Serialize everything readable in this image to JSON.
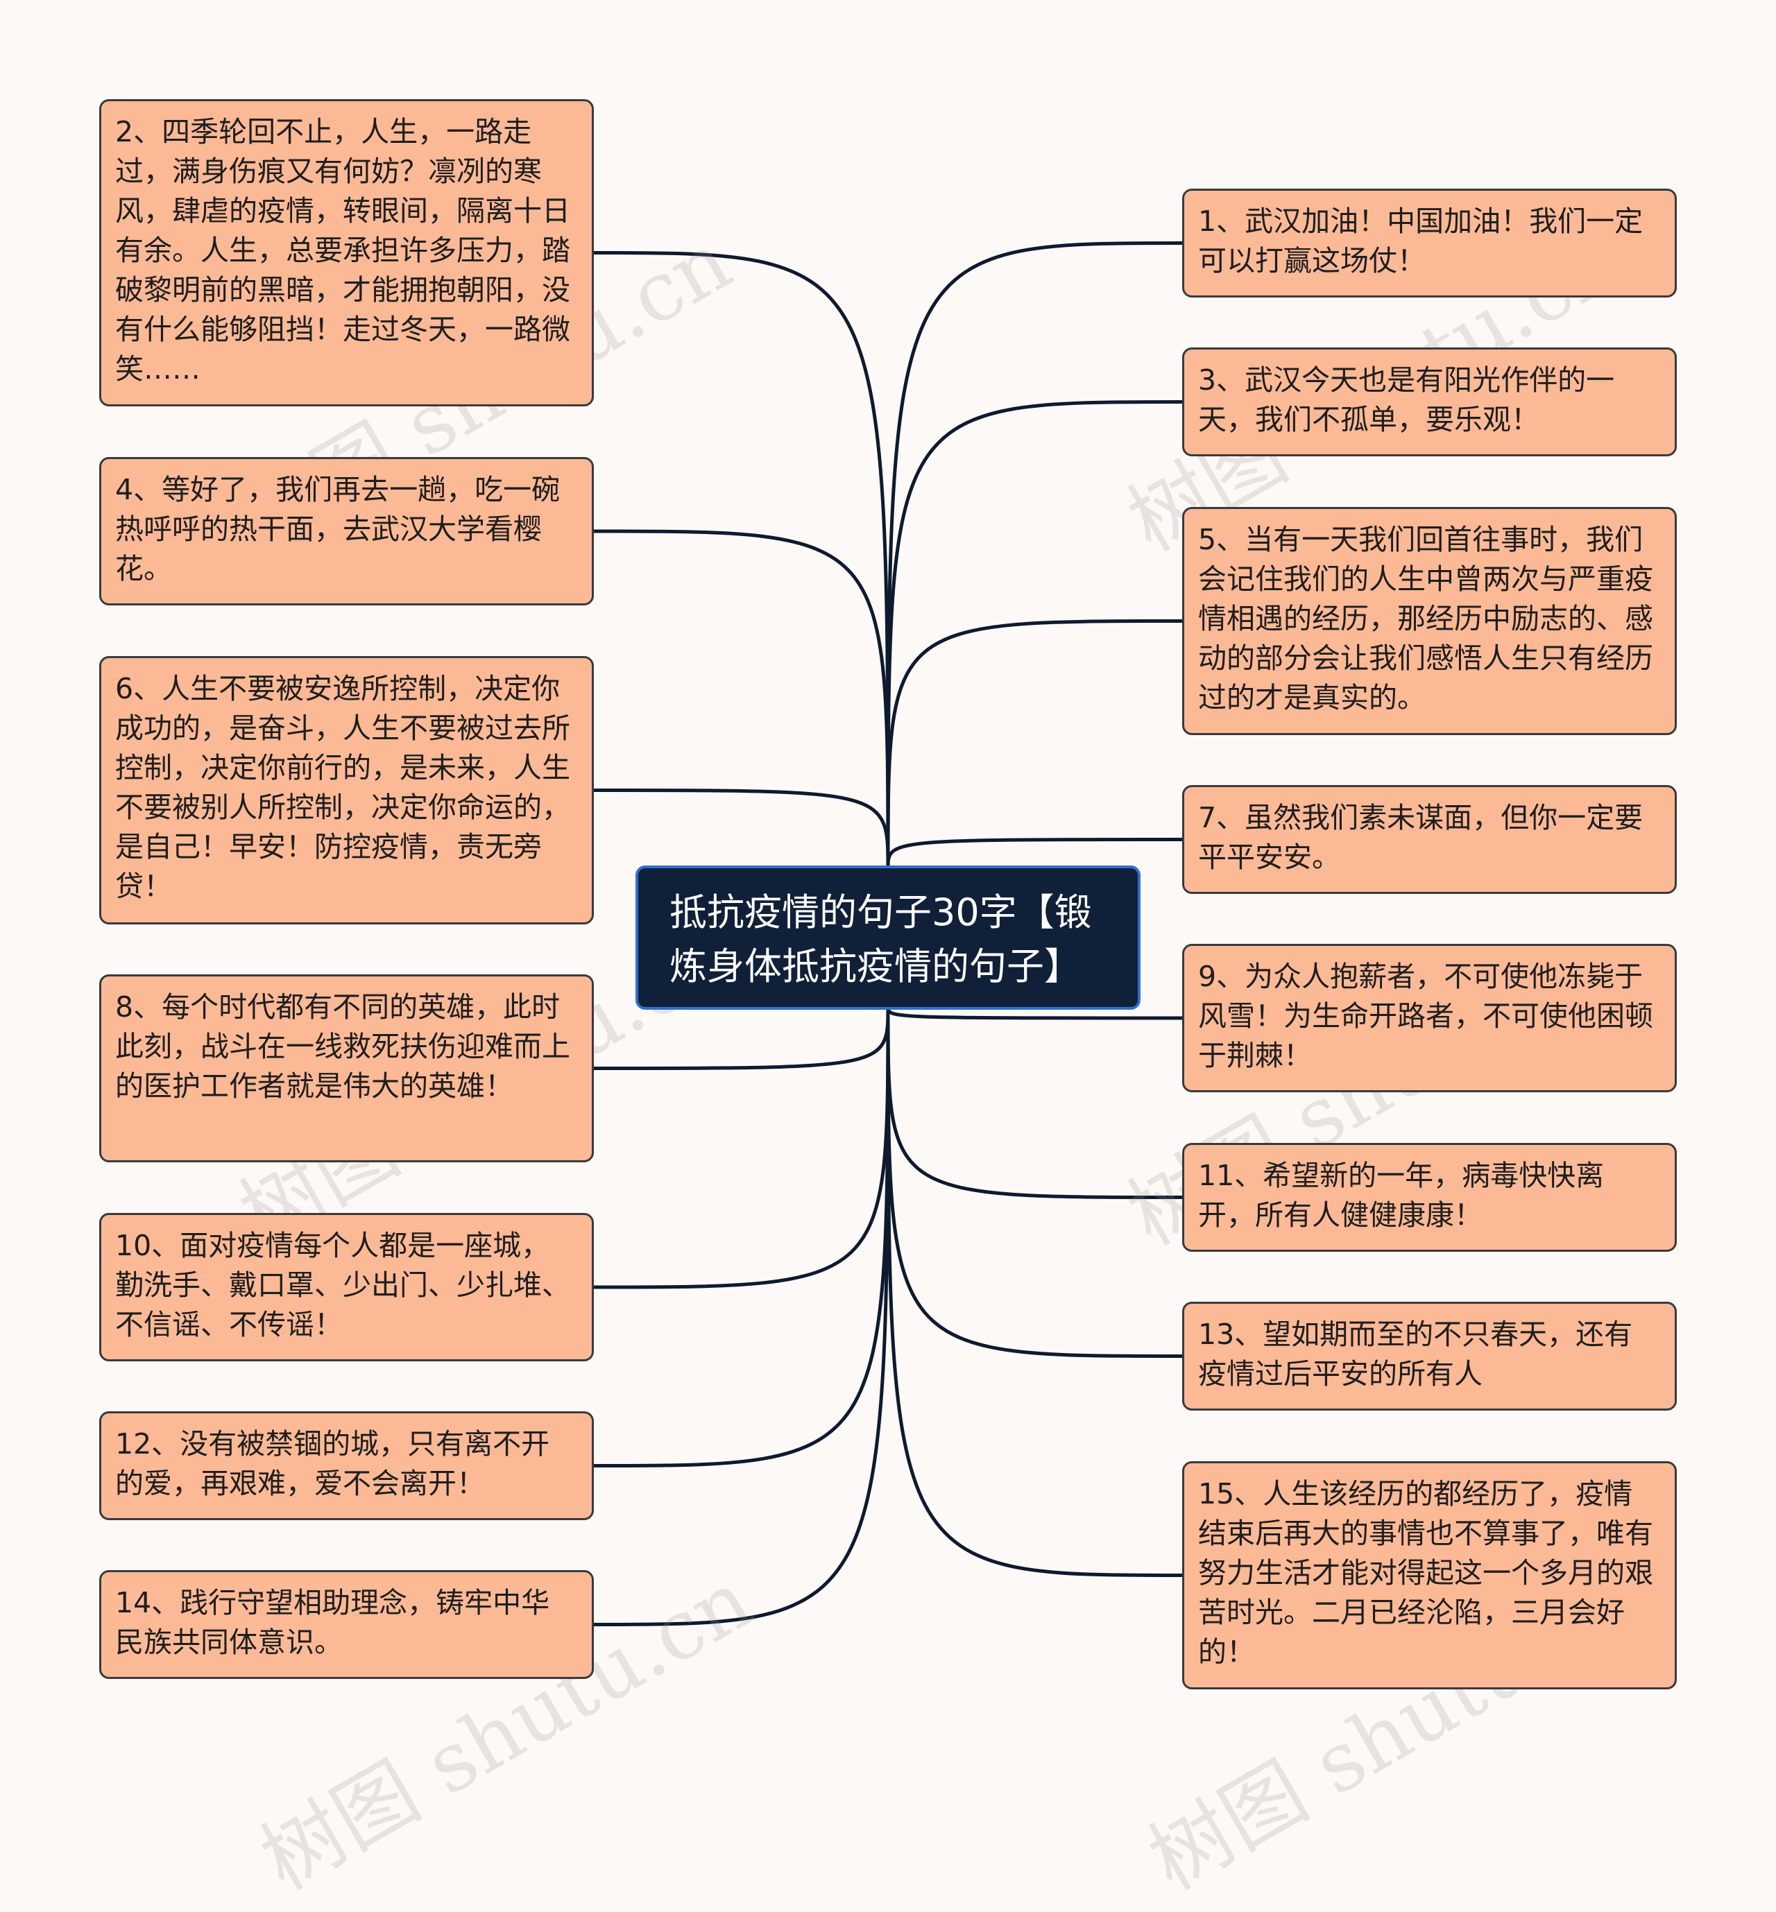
{
  "center": {
    "title": "抵抗疫情的句子30字【锻炼身体抵抗疫情的句子】"
  },
  "left_nodes": [
    {
      "text": "2、四季轮回不止，人生，一路走过，满身伤痕又有何妨？凛冽的寒风，肆虐的疫情，转眼间，隔离十日有余。人生，总要承担许多压力，踏破黎明前的黑暗，才能拥抱朝阳，没有什么能够阻挡！走过冬天，一路微笑……"
    },
    {
      "text": "4、等好了，我们再去一趟，吃一碗热呼呼的热干面，去武汉大学看樱花。"
    },
    {
      "text": "6、人生不要被安逸所控制，决定你成功的，是奋斗，人生不要被过去所控制，决定你前行的，是未来，人生不要被别人所控制，决定你命运的，是自己！早安！防控疫情，责无旁贷！"
    },
    {
      "text": "8、每个时代都有不同的英雄，此时此刻，战斗在一线救死扶伤迎难而上的医护工作者就是伟大的英雄！"
    },
    {
      "text": "10、面对疫情每个人都是一座城，勤洗手、戴口罩、少出门、少扎堆、不信谣、不传谣！"
    },
    {
      "text": "12、没有被禁锢的城，只有离不开的爱，再艰难，爱不会离开！"
    },
    {
      "text": "14、践行守望相助理念，铸牢中华民族共同体意识。"
    }
  ],
  "right_nodes": [
    {
      "text": "1、武汉加油！中国加油！我们一定可以打赢这场仗！"
    },
    {
      "text": "3、武汉今天也是有阳光作伴的一天，我们不孤单，要乐观！"
    },
    {
      "text": "5、当有一天我们回首往事时，我们会记住我们的人生中曾两次与严重疫情相遇的经历，那经历中励志的、感动的部分会让我们感悟人生只有经历过的才是真实的。"
    },
    {
      "text": "7、虽然我们素未谋面，但你一定要平平安安。"
    },
    {
      "text": "9、为众人抱薪者，不可使他冻毙于风雪！为生命开路者，不可使他困顿于荆棘！"
    },
    {
      "text": "11、希望新的一年，病毒快快离开，所有人健健康康！"
    },
    {
      "text": "13、望如期而至的不只春天，还有疫情过后平安的所有人"
    },
    {
      "text": "15、人生该经历的都经历了，疫情结束后再大的事情也不算事了，唯有努力生活才能对得起这一个多月的艰苦时光。二月已经沦陷，三月会好的！"
    }
  ],
  "watermark": {
    "text": "树图 shutu.cn"
  },
  "colors": {
    "center_bg": "#102038",
    "center_border": "#2f6fd0",
    "node_bg": "#fcb996",
    "node_border": "#3a3a3a",
    "link": "#0e1a2e",
    "page_bg": "#fdf9f7"
  }
}
